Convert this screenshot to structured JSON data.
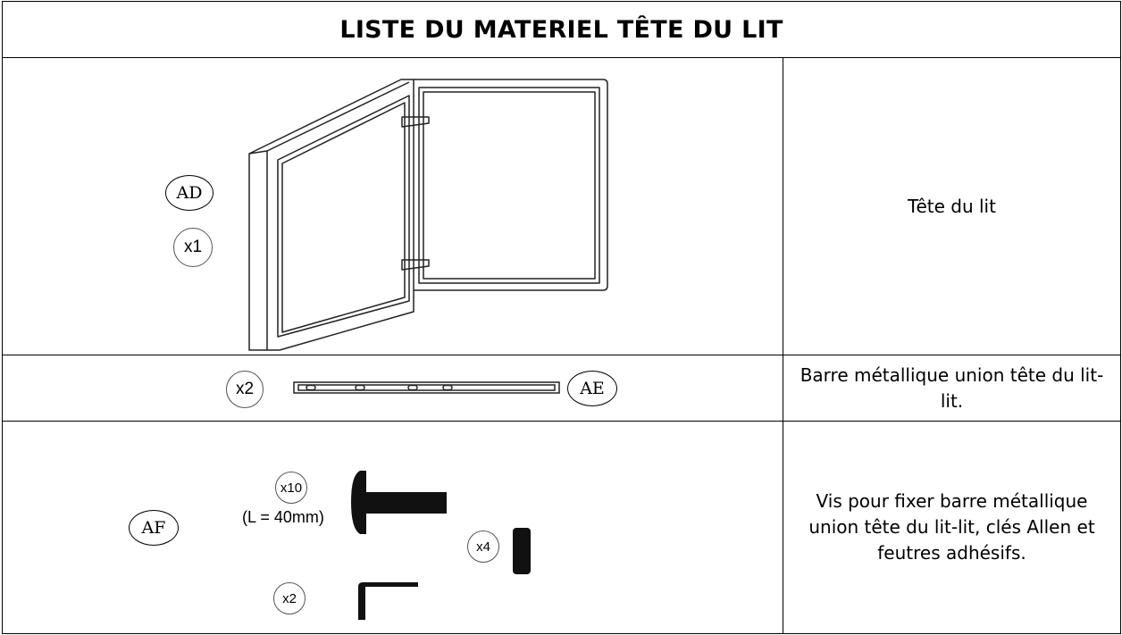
{
  "title": "LISTE DU MATERIEL TÊTE DU LIT",
  "rows": [
    {
      "ref": "AD",
      "qty": "x1",
      "description": "Tête du lit"
    },
    {
      "ref": "AE",
      "qty": "x2",
      "description": "Barre métallique union tête du lit-lit."
    },
    {
      "ref": "AF",
      "items": [
        {
          "qty": "x10",
          "note": "(L = 40mm)",
          "icon": "bolt-icon"
        },
        {
          "qty": "x4",
          "icon": "felt-pad-icon"
        },
        {
          "qty": "x2",
          "icon": "allen-key-icon"
        }
      ],
      "description": "Vis pour fixer barre métallique union tête du lit-lit, clés Allen et feutres adhésifs."
    }
  ]
}
